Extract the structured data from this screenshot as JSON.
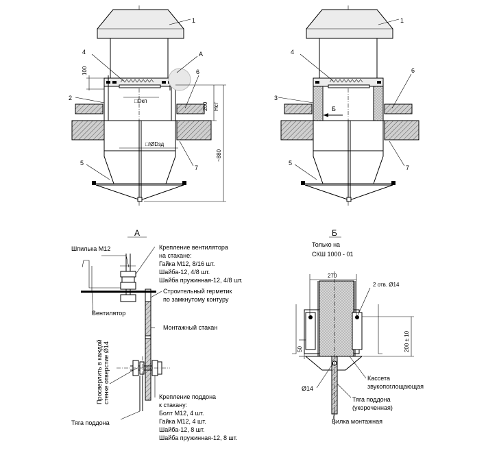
{
  "views": {
    "left": {
      "labels": {
        "n1": "1",
        "n4": "4",
        "nA": "А",
        "n6": "6",
        "n2": "2",
        "n5": "5",
        "n7": "7"
      },
      "dims": {
        "d100": "100",
        "d200": "200",
        "hst": "Нст",
        "d880": "~880",
        "dkp": "□Dкп",
        "dzd": "□/ØDзд"
      }
    },
    "right": {
      "labels": {
        "n1": "1",
        "n4": "4",
        "n6": "6",
        "n3": "3",
        "n5": "5",
        "n7": "7",
        "nB": "Б"
      }
    }
  },
  "detailA": {
    "title": "А",
    "shpilka": "Шпилька М12",
    "krepl_vent": [
      "Крепление вентилятора",
      "на стакане:",
      "Гайка М12, 8/16 шт.",
      "Шайба-12, 4/8 шт.",
      "Шайба пружинная-12, 4/8 шт."
    ],
    "germetik": [
      "Строительный герметик",
      "по замкнутому контуру"
    ],
    "ventilyator": "Вентилятор",
    "stakan": "Монтажный стакан",
    "prosverlit": [
      "Просверлить в каждой",
      "стенке отверстие Ø14"
    ],
    "krepl_poddona": [
      "Крепление поддона",
      "к стакану:",
      "Болт М12, 4 шт.",
      "Гайка М12, 4 шт.",
      "Шайба-12, 8 шт.",
      "Шайба пружинная-12, 8 шт."
    ],
    "tyaga": "Тяга поддона"
  },
  "detailB": {
    "title": "Б",
    "only_on": [
      "Только на",
      "СКШ 1000 - 01"
    ],
    "d270": "270",
    "holes": "2 отв. Ø14",
    "d200": "200 ± 10",
    "d50": "50",
    "d14": "Ø14",
    "kasseta": [
      "Кассета",
      "звукопоглощающая"
    ],
    "tyaga": [
      "Тяга поддона",
      "(укороченная)"
    ],
    "vilka": "Вилка монтажная"
  }
}
